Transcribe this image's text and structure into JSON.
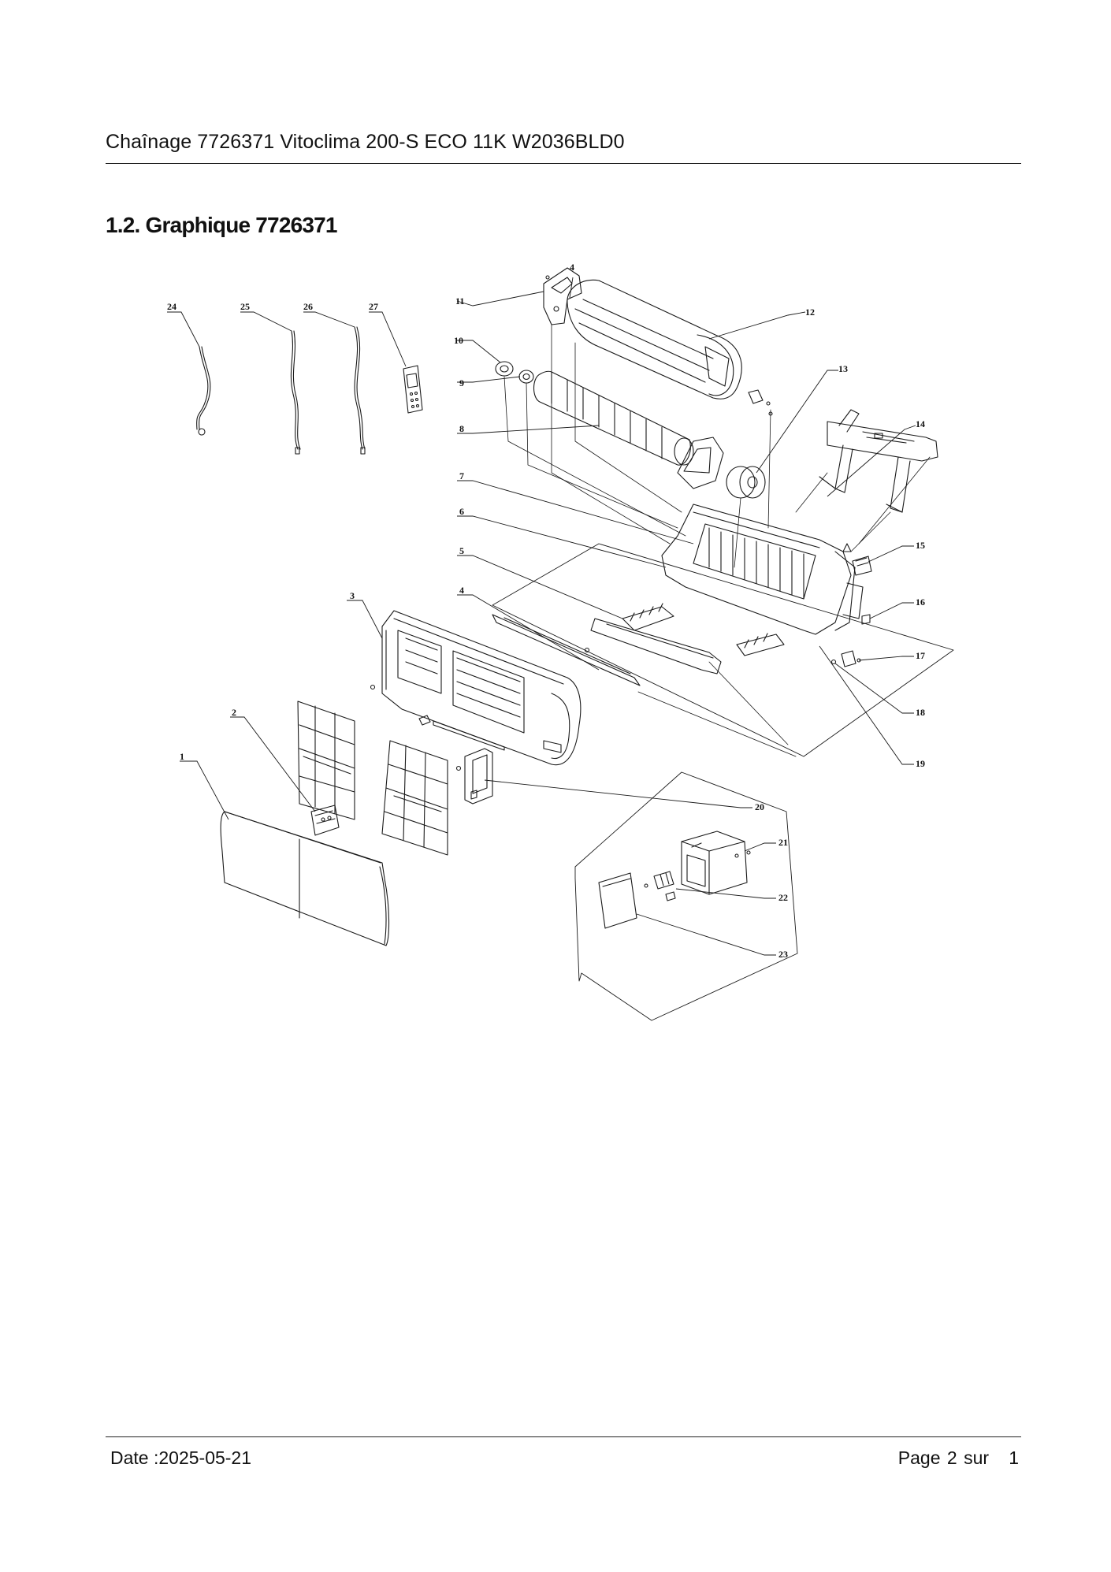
{
  "header": {
    "title": "Chaînage 7726371 Vitoclima 200-S ECO 11K W2036BLD0"
  },
  "section": {
    "heading": "1.2. Graphique 7726371"
  },
  "diagram": {
    "labels": [
      {
        "id": "1",
        "text": "1"
      },
      {
        "id": "2",
        "text": "2"
      },
      {
        "id": "3",
        "text": "3"
      },
      {
        "id": "4a",
        "text": "4"
      },
      {
        "id": "4b",
        "text": "4"
      },
      {
        "id": "5",
        "text": "5"
      },
      {
        "id": "6",
        "text": "6"
      },
      {
        "id": "7",
        "text": "7"
      },
      {
        "id": "8",
        "text": "8"
      },
      {
        "id": "9",
        "text": "9"
      },
      {
        "id": "10",
        "text": "10"
      },
      {
        "id": "11",
        "text": "11"
      },
      {
        "id": "12",
        "text": "12"
      },
      {
        "id": "13",
        "text": "13"
      },
      {
        "id": "14",
        "text": "14"
      },
      {
        "id": "15",
        "text": "15"
      },
      {
        "id": "16",
        "text": "16"
      },
      {
        "id": "17",
        "text": "17"
      },
      {
        "id": "18",
        "text": "18"
      },
      {
        "id": "19",
        "text": "19"
      },
      {
        "id": "20",
        "text": "20"
      },
      {
        "id": "21",
        "text": "21"
      },
      {
        "id": "22",
        "text": "22"
      },
      {
        "id": "23",
        "text": "23"
      },
      {
        "id": "24",
        "text": "24"
      },
      {
        "id": "25",
        "text": "25"
      },
      {
        "id": "26",
        "text": "26"
      },
      {
        "id": "27",
        "text": "27"
      }
    ]
  },
  "footer": {
    "date": "Date :2025-05-21",
    "page": "Page 2 sur   1"
  }
}
